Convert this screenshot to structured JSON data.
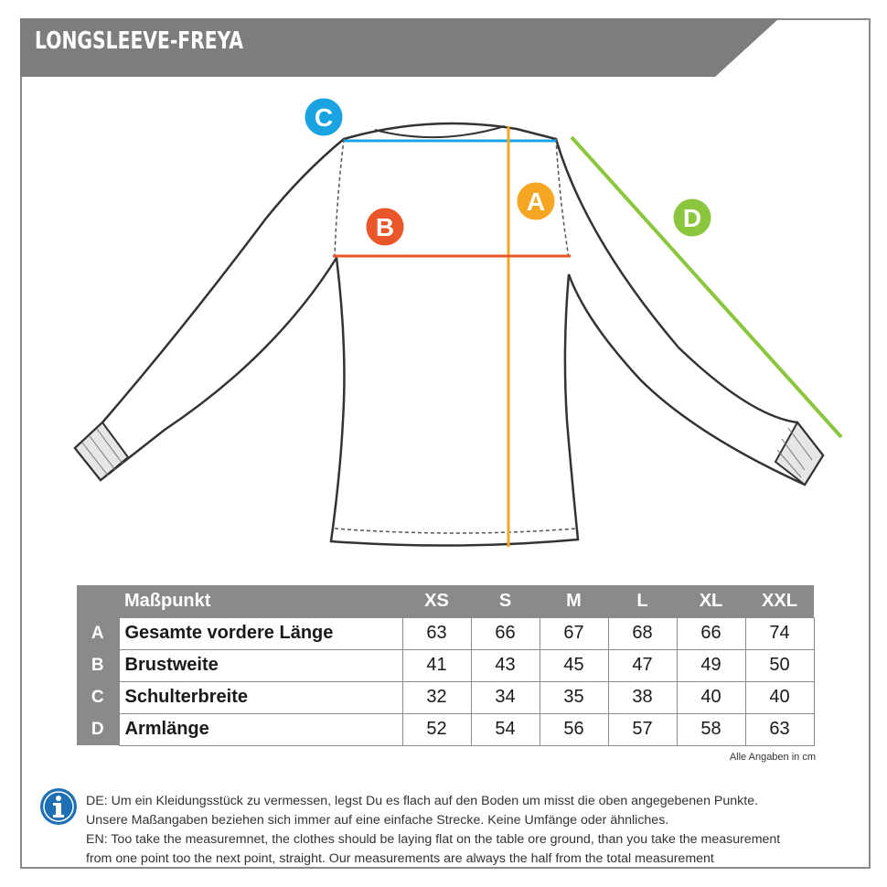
{
  "title": "LONGSLEEVE-FREYA",
  "markers": [
    {
      "letter": "A",
      "color": "#f5a623"
    },
    {
      "letter": "B",
      "color": "#e8562a"
    },
    {
      "letter": "C",
      "color": "#1aa3e0"
    },
    {
      "letter": "D",
      "color": "#8cc63f"
    }
  ],
  "table": {
    "header_label": "Maßpunkt",
    "sizes": [
      "XS",
      "S",
      "M",
      "L",
      "XL",
      "XXL"
    ],
    "rows": [
      {
        "key": "A",
        "name": "Gesamte vordere Länge",
        "values": [
          "63",
          "66",
          "67",
          "68",
          "66",
          "74"
        ]
      },
      {
        "key": "B",
        "name": "Brustweite",
        "values": [
          "41",
          "43",
          "45",
          "47",
          "49",
          "50"
        ]
      },
      {
        "key": "C",
        "name": "Schulterbreite",
        "values": [
          "32",
          "34",
          "35",
          "38",
          "40",
          "40"
        ]
      },
      {
        "key": "D",
        "name": "Armlänge",
        "values": [
          "52",
          "54",
          "56",
          "57",
          "58",
          "63"
        ]
      }
    ],
    "note": "Alle Angaben in cm"
  },
  "info": {
    "icon": "info-icon",
    "lines": [
      "DE: Um ein Kleidungsstück zu vermessen, legst Du es flach auf den Boden um misst die oben angegebenen Punkte.",
      "Unsere Maßangaben beziehen sich immer auf eine einfache Strecke. Keine Umfänge oder ähnliches.",
      "EN: Too take the measuremnet, the clothes should be laying flat on the table ore ground, than you take the measurement",
      "from one point too the next point, straight. Our measurements are always the half from the total measurement"
    ]
  },
  "colors": {
    "header": "#7d7d7d",
    "table_header": "#8a8a8a",
    "info_blue": "#1f6fb5"
  }
}
